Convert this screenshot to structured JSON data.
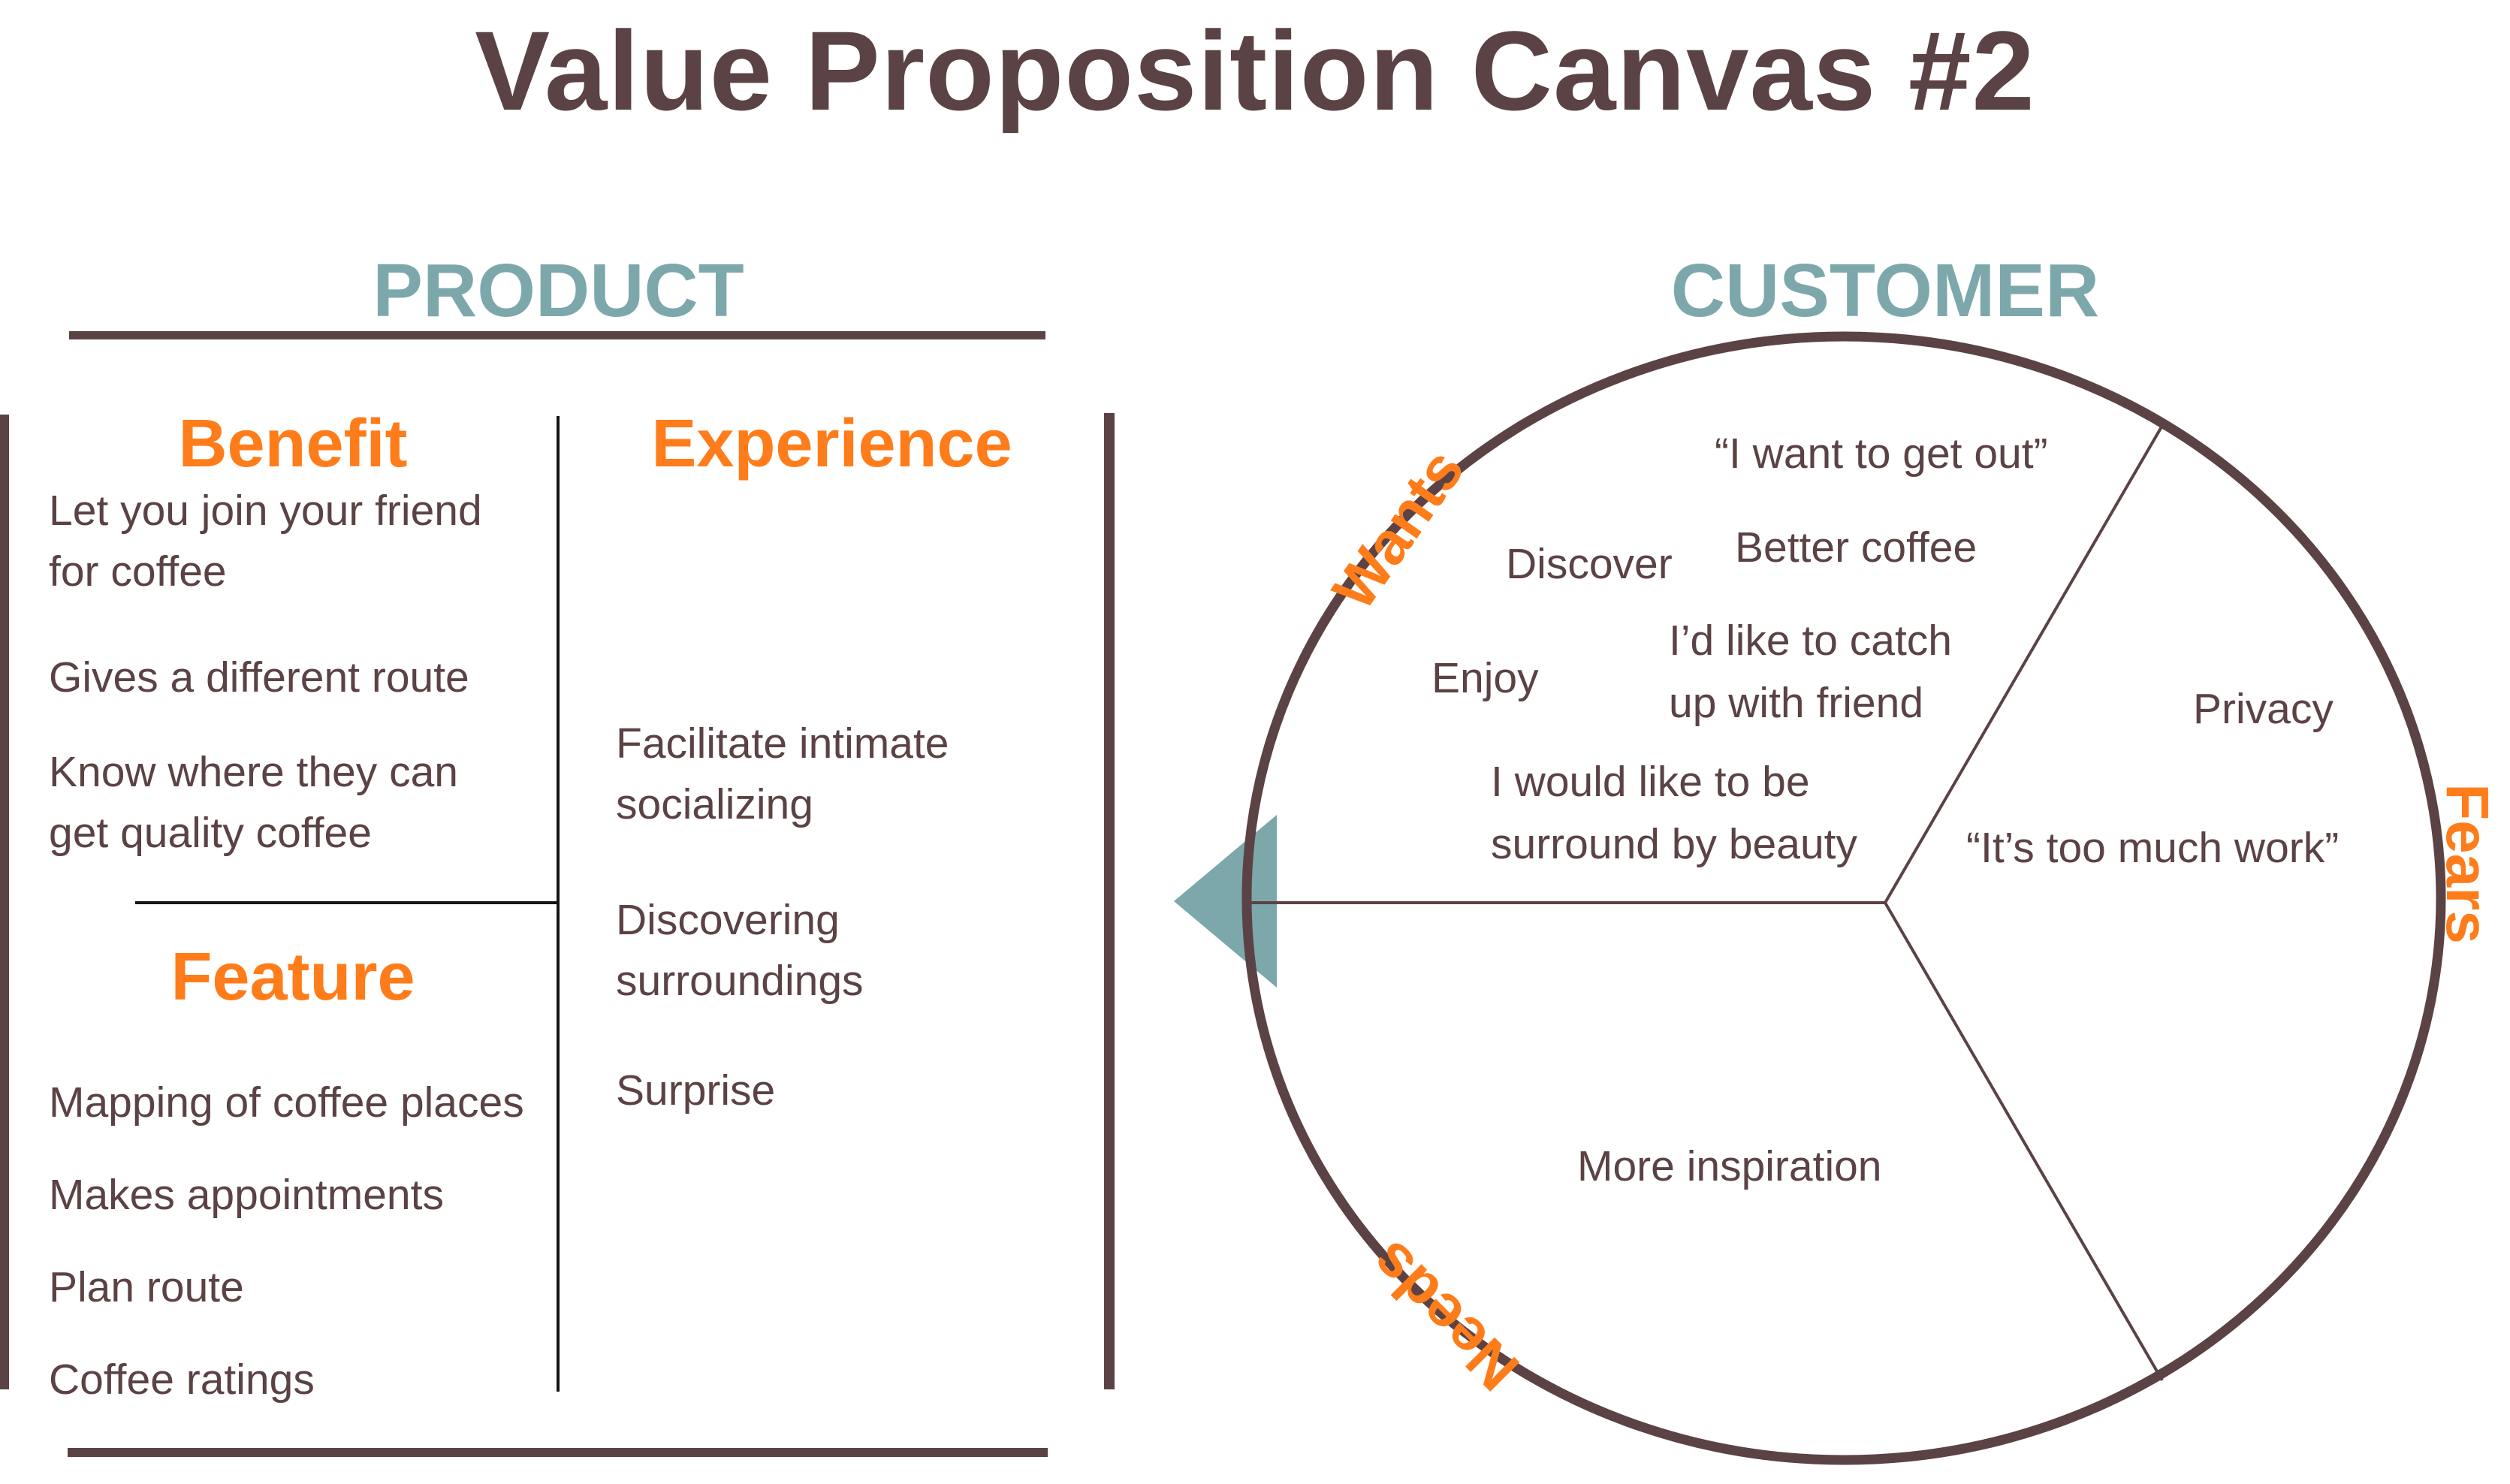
{
  "title": "Value Proposition Canvas #2",
  "colors": {
    "brown": "#5b4244",
    "teal": "#7da8ab",
    "orange": "#ff7c1a",
    "divider_black": "#141414",
    "background": "#ffffff"
  },
  "product": {
    "header": "PRODUCT",
    "benefit": {
      "heading": "Benefit",
      "items": [
        "Let you join your friend\nfor coffee",
        "Gives a different route",
        "Know where they can\nget quality coffee"
      ]
    },
    "feature": {
      "heading": "Feature",
      "items": [
        "Mapping of coffee places",
        "Makes appointments",
        "Plan route",
        "Coffee ratings"
      ]
    },
    "experience": {
      "heading": "Experience",
      "items": [
        "Facilitate intimate\nsocializing",
        "Discovering\nsurroundings",
        "Surprise"
      ]
    }
  },
  "customer": {
    "header": "CUSTOMER",
    "wants": {
      "label": "Wants",
      "notes": [
        "“I want to get out”",
        "Better coffee",
        "Discover",
        "Enjoy",
        "I’d like to catch\nup with friend",
        "I would like to be\nsurround by beauty"
      ]
    },
    "fears": {
      "label": "Fears",
      "notes": [
        "Privacy",
        "“It’s too much work”"
      ]
    },
    "needs": {
      "label": "Needs",
      "notes": [
        "More inspiration"
      ]
    }
  }
}
